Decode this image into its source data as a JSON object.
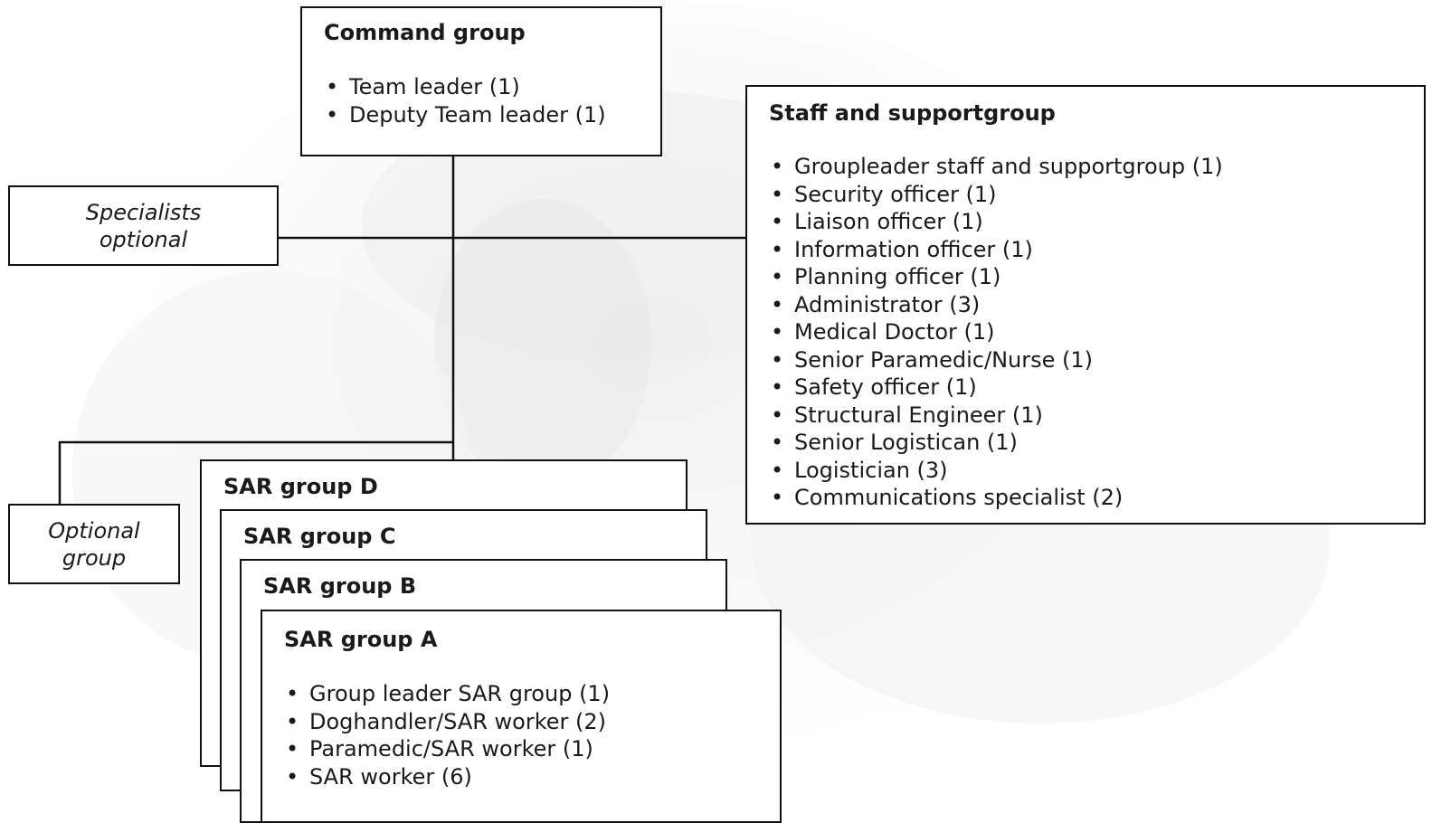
{
  "command_group": {
    "title": "Command group",
    "items": [
      "Team leader (1)",
      "Deputy Team leader (1)"
    ]
  },
  "specialists": {
    "line1": "Specialists",
    "line2": "optional"
  },
  "optional_group": {
    "line1": "Optional",
    "line2": "group"
  },
  "staff_support": {
    "title": "Staff and supportgroup",
    "items": [
      "Groupleader staff and supportgroup (1)",
      "Security officer (1)",
      "Liaison officer (1)",
      "Information officer (1)",
      "Planning officer (1)",
      "Administrator (3)",
      "Medical Doctor (1)",
      "Senior Paramedic/Nurse (1)",
      "Safety officer (1)",
      "Structural Engineer (1)",
      "Senior Logistican (1)",
      "Logistician (3)",
      "Communications specialist (2)"
    ]
  },
  "sar_groups": {
    "d": {
      "title": "SAR group D"
    },
    "c": {
      "title": "SAR group C"
    },
    "b": {
      "title": "SAR group B"
    },
    "a": {
      "title": "SAR group A",
      "items": [
        "Group leader SAR group (1)",
        "Doghandler/SAR worker (2)",
        "Paramedic/SAR worker (1)",
        "SAR worker (6)"
      ]
    }
  },
  "colors": {
    "line": "#111111",
    "box_fill": "#ffffff",
    "watermark": "#f1f1f1"
  }
}
